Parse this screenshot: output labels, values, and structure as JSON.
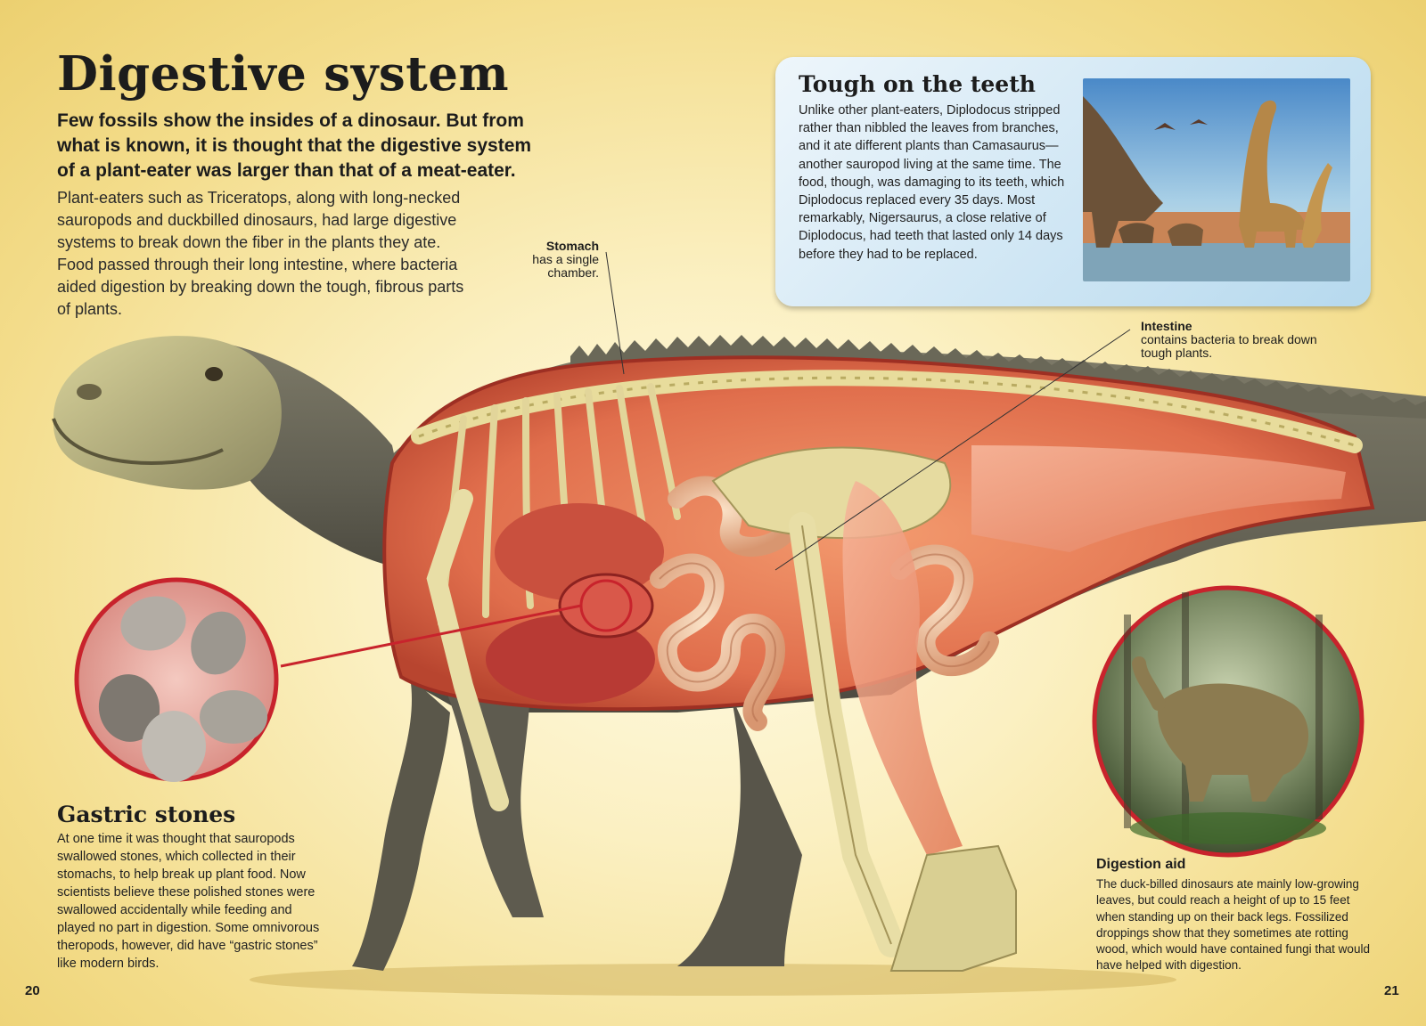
{
  "title": "Digestive system",
  "intro": {
    "lead": "Few fossils show the insides of a dinosaur. But from what is known, it is thought that the digestive system of a plant-eater was larger than that of a meat-eater.",
    "body": "Plant-eaters such as Triceratops, along with long-necked sauropods and duckbilled dinosaurs, had large digestive systems to break down the fiber in the plants they ate. Food passed through their long intestine, where bacteria aided digestion by breaking down the tough, fibrous parts of plants."
  },
  "sidebar": {
    "title": "Tough on the teeth",
    "text": "Unlike other plant-eaters, Diplodocus stripped rather than nibbled the leaves from branches, and it ate different plants than Camasaurus—another sauropod living at the same time. The food, though, was damaging to its teeth, which Diplodocus replaced every 35 days. Most remarkably, Nigersaurus, a close relative of Diplodocus, had teeth that lasted only 14 days before they had to be replaced."
  },
  "labels": {
    "stomach": {
      "title": "Stomach",
      "text": "has a single chamber."
    },
    "intestine": {
      "title": "Intestine",
      "text": "contains bacteria to break down tough plants."
    }
  },
  "gastric": {
    "title": "Gastric stones",
    "text": "At one time it was thought that sauropods swallowed stones, which collected in their stomachs, to help break up plant food. Now scientists believe these polished stones were swallowed accidentally while feeding and played no part in digestion. Some omnivorous theropods, however, did have “gastric stones” like modern birds."
  },
  "digestion_aid": {
    "title": "Digestion aid",
    "text": "The duck-billed dinosaurs ate mainly low-growing leaves, but could reach a height of up to 15 feet when standing up on their back legs. Fossilized droppings show that they sometimes ate rotting wood, which would have contained fungi that would have helped with digestion."
  },
  "page_numbers": {
    "left": "20",
    "right": "21"
  },
  "colors": {
    "accent_red": "#c8232c",
    "sidebar_blue": "#b6d9ee",
    "background": "#f3dc8a"
  }
}
